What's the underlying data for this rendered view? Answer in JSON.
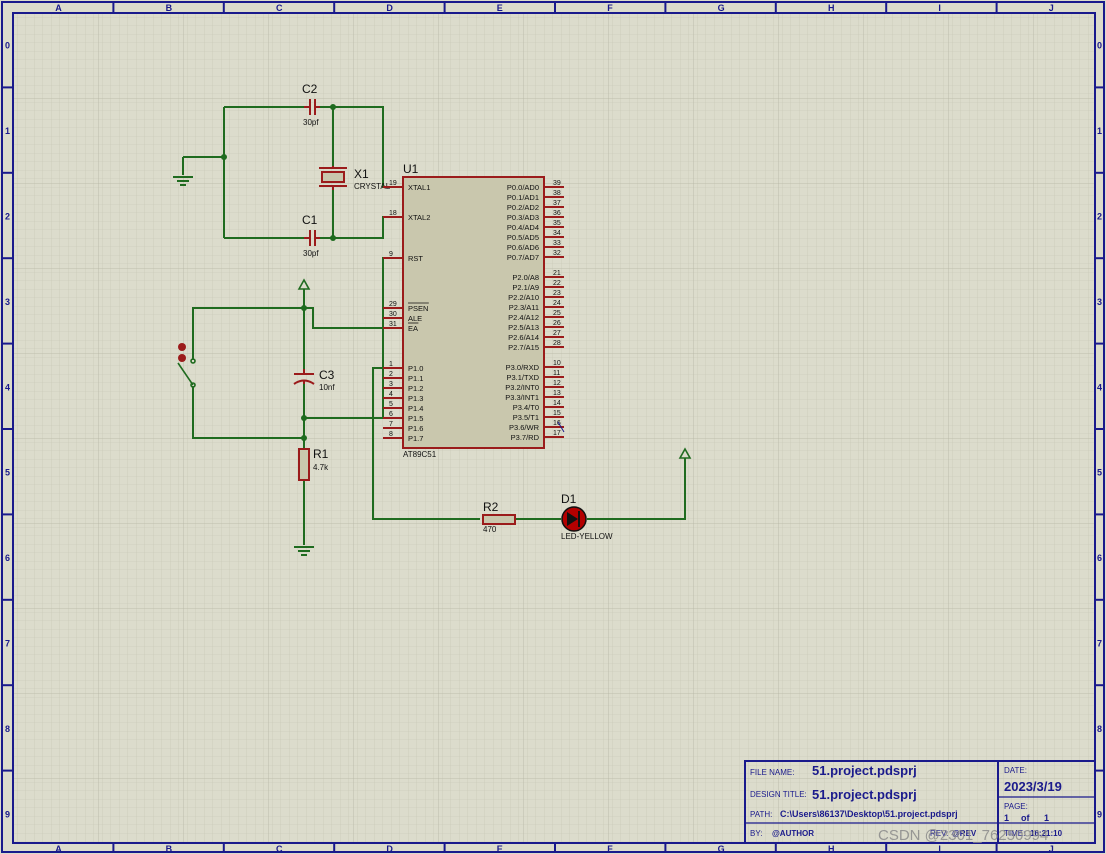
{
  "frame": {
    "columns": [
      "A",
      "B",
      "C",
      "D",
      "E",
      "F",
      "G",
      "H",
      "I",
      "J"
    ],
    "rows": [
      "0",
      "1",
      "2",
      "3",
      "4",
      "5",
      "6",
      "7",
      "8",
      "9"
    ]
  },
  "components": {
    "c2": {
      "ref": "C2",
      "value": "30pf"
    },
    "c1": {
      "ref": "C1",
      "value": "30pf"
    },
    "x1": {
      "ref": "X1",
      "value": "CRYSTAL"
    },
    "c3": {
      "ref": "C3",
      "value": "10nf"
    },
    "r1": {
      "ref": "R1",
      "value": "4.7k"
    },
    "r2": {
      "ref": "R2",
      "value": "470"
    },
    "d1": {
      "ref": "D1",
      "value": "LED-YELLOW"
    }
  },
  "mcu": {
    "ref": "U1",
    "part": "AT89C51",
    "left_pins": [
      {
        "num": "19",
        "name": "XTAL1"
      },
      {
        "num": "18",
        "name": "XTAL2"
      },
      {
        "num": "9",
        "name": "RST"
      },
      {
        "num": "29",
        "name": "PSEN"
      },
      {
        "num": "30",
        "name": "ALE"
      },
      {
        "num": "31",
        "name": "EA"
      },
      {
        "num": "1",
        "name": "P1.0"
      },
      {
        "num": "2",
        "name": "P1.1"
      },
      {
        "num": "3",
        "name": "P1.2"
      },
      {
        "num": "4",
        "name": "P1.3"
      },
      {
        "num": "5",
        "name": "P1.4"
      },
      {
        "num": "6",
        "name": "P1.5"
      },
      {
        "num": "7",
        "name": "P1.6"
      },
      {
        "num": "8",
        "name": "P1.7"
      }
    ],
    "right_pins": [
      {
        "num": "39",
        "name": "P0.0/AD0"
      },
      {
        "num": "38",
        "name": "P0.1/AD1"
      },
      {
        "num": "37",
        "name": "P0.2/AD2"
      },
      {
        "num": "36",
        "name": "P0.3/AD3"
      },
      {
        "num": "35",
        "name": "P0.4/AD4"
      },
      {
        "num": "34",
        "name": "P0.5/AD5"
      },
      {
        "num": "33",
        "name": "P0.6/AD6"
      },
      {
        "num": "32",
        "name": "P0.7/AD7"
      },
      {
        "num": "21",
        "name": "P2.0/A8"
      },
      {
        "num": "22",
        "name": "P2.1/A9"
      },
      {
        "num": "23",
        "name": "P2.2/A10"
      },
      {
        "num": "24",
        "name": "P2.3/A11"
      },
      {
        "num": "25",
        "name": "P2.4/A12"
      },
      {
        "num": "26",
        "name": "P2.5/A13"
      },
      {
        "num": "27",
        "name": "P2.6/A14"
      },
      {
        "num": "28",
        "name": "P2.7/A15"
      },
      {
        "num": "10",
        "name": "P3.0/RXD"
      },
      {
        "num": "11",
        "name": "P3.1/TXD"
      },
      {
        "num": "12",
        "name": "P3.2/INT0"
      },
      {
        "num": "13",
        "name": "P3.3/INT1"
      },
      {
        "num": "14",
        "name": "P3.4/T0"
      },
      {
        "num": "15",
        "name": "P3.5/T1"
      },
      {
        "num": "16",
        "name": "P3.6/WR"
      },
      {
        "num": "17",
        "name": "P3.7/RD"
      }
    ]
  },
  "title_block": {
    "file_name_label": "FILE NAME:",
    "file_name": "51.project.pdsprj",
    "design_title_label": "DESIGN TITLE:",
    "design_title": "51.project.pdsprj",
    "path_label": "PATH:",
    "path": "C:\\Users\\86137\\Desktop\\51.project.pdsprj",
    "by_label": "BY:",
    "by": "@AUTHOR",
    "rev_label": "REV:",
    "rev": "@REV",
    "time_label": "TIME:",
    "time": "16:21:10",
    "date_label": "DATE:",
    "date": "2023/3/19",
    "page_label": "PAGE:",
    "page_current": "1",
    "page_of": "of",
    "page_total": "1"
  },
  "watermark": "CSDN @2301_76250994",
  "colors": {
    "background": "#dcdccc",
    "frame": "#1a1a8c",
    "wire": "#1f6b1f",
    "component": "#9b1b1b",
    "chip_fill": "#c9c7ad",
    "led": "#b40000"
  }
}
